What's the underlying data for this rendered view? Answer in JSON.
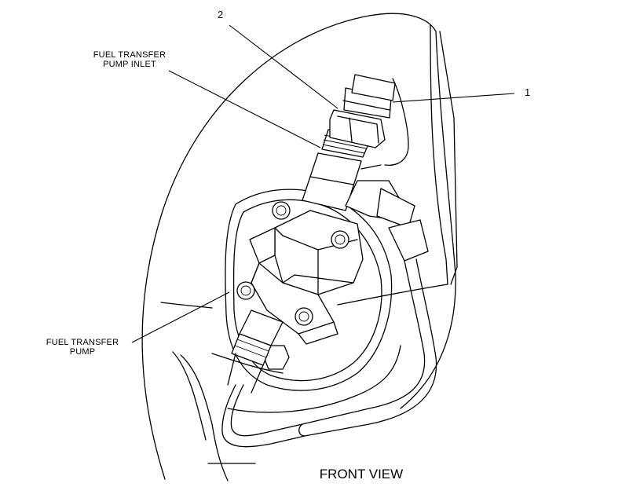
{
  "labels": {
    "callout_1": "1",
    "callout_2": "2",
    "inlet_line1": "FUEL TRANSFER",
    "inlet_line2": "PUMP INLET",
    "pump_line1": "FUEL TRANSFER",
    "pump_line2": "PUMP"
  },
  "caption": "FRONT VIEW"
}
